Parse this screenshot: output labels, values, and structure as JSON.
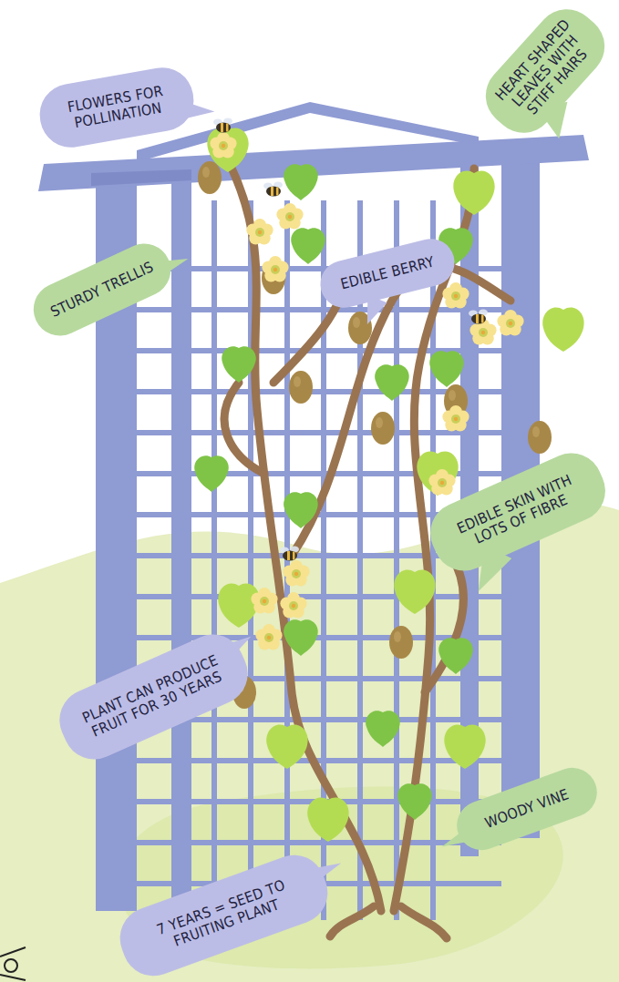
{
  "diagram": {
    "nodes": [
      {
        "text": [
          "FLOWERS FOR POLLINATION"
        ]
      },
      {
        "text": [
          "HEART SHAPED LEAVES WITH STIFF HAIRS"
        ]
      },
      {
        "text": [
          "STURDY TRELLIS"
        ]
      },
      {
        "text": [
          "EDIBLE BERRY"
        ]
      },
      {
        "text": [
          "EDIBLE SKIN WITH LOTS OF FIBRE"
        ]
      },
      {
        "text": [
          "PLANT CAN PRODUCE FRUIT FOR 30 YEARS"
        ]
      },
      {
        "text": [
          "WOODY VINE"
        ]
      },
      {
        "text": [
          "7 YEARS = SEED TO FRUITING PLANT"
        ]
      }
    ]
  }
}
